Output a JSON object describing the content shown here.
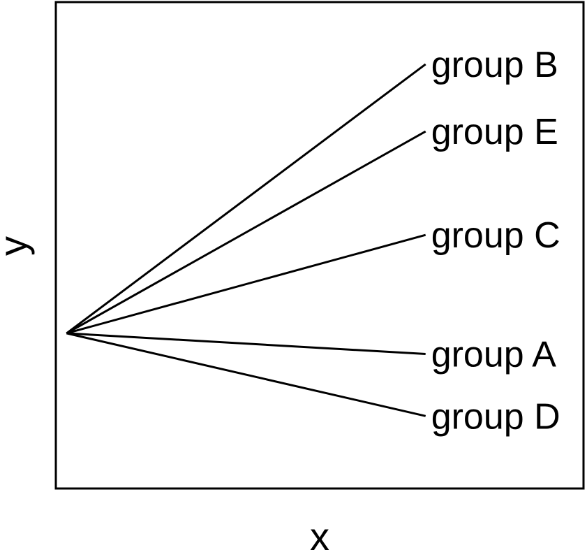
{
  "chart_data": {
    "type": "line",
    "xlabel": "x",
    "ylabel": "y",
    "grid": false,
    "legend": "none",
    "axis_ticks": false,
    "line_color": "#000000",
    "frame_color": "#000000",
    "series": [
      {
        "name": "group B",
        "x": [
          0,
          1
        ],
        "y": [
          0,
          0.52
        ]
      },
      {
        "name": "group E",
        "x": [
          0,
          1
        ],
        "y": [
          0,
          0.39
        ]
      },
      {
        "name": "group C",
        "x": [
          0,
          1
        ],
        "y": [
          0,
          0.19
        ]
      },
      {
        "name": "group A",
        "x": [
          0,
          1
        ],
        "y": [
          0,
          -0.04
        ]
      },
      {
        "name": "group D",
        "x": [
          0,
          1
        ],
        "y": [
          0,
          -0.16
        ]
      }
    ],
    "xlim": [
      -0.03,
      1.44
    ],
    "ylim": [
      -0.3,
      0.64
    ]
  }
}
